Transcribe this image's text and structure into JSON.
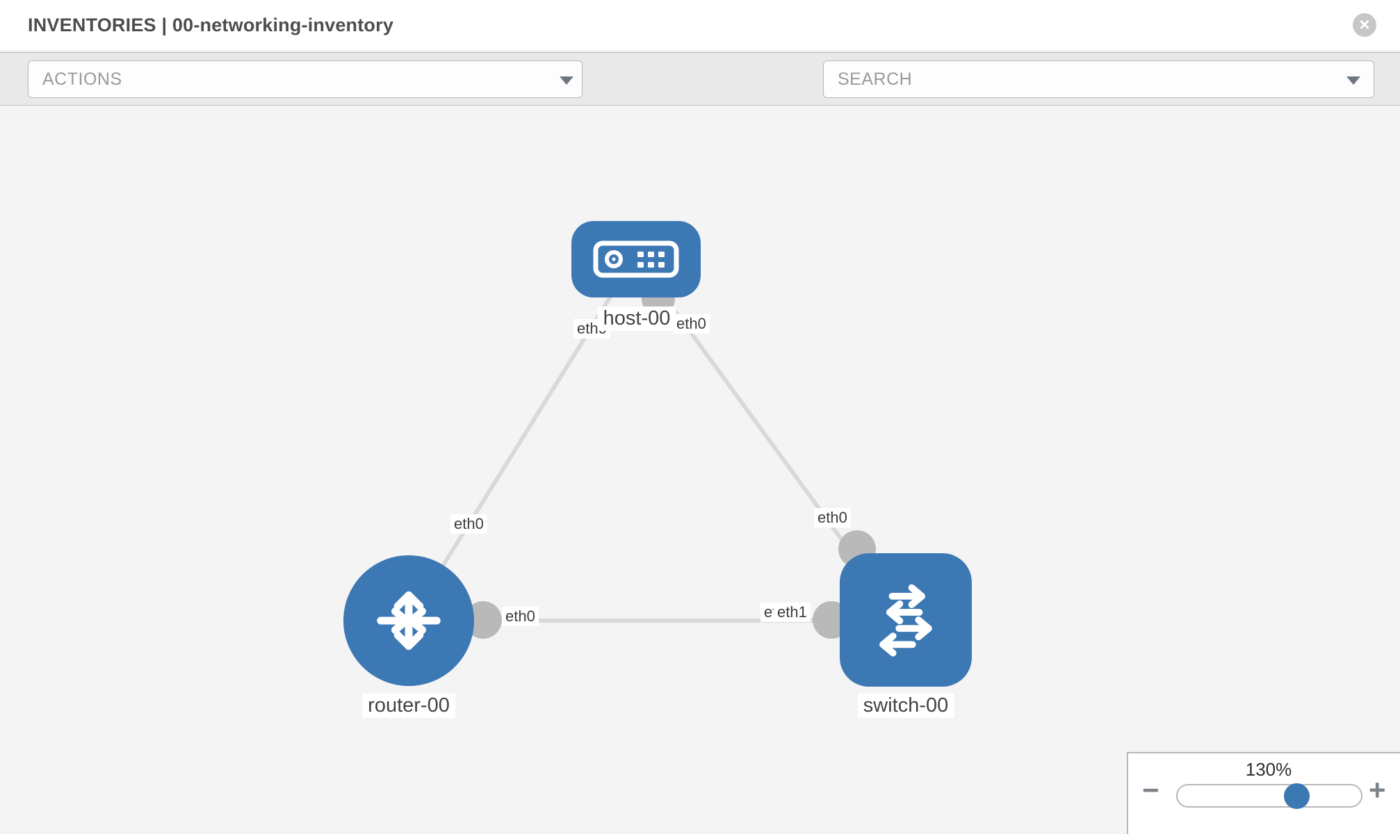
{
  "header": {
    "title": "INVENTORIES | 00-networking-inventory",
    "close_glyph": "×"
  },
  "toolbar": {
    "actions_label": "ACTIONS",
    "search_placeholder": "SEARCH"
  },
  "topology": {
    "nodes": [
      {
        "id": "host-00",
        "type": "host",
        "label": "host-00"
      },
      {
        "id": "router-00",
        "type": "router",
        "label": "router-00"
      },
      {
        "id": "switch-00",
        "type": "switch",
        "label": "switch-00"
      }
    ],
    "links": [
      {
        "source": "host-00",
        "source_interface": "eth0",
        "target": "router-00",
        "target_interface": "eth0"
      },
      {
        "source": "host-00",
        "source_interface": "eth0",
        "target": "switch-00",
        "target_interface": "eth0"
      },
      {
        "source": "router-00",
        "source_interface": "eth0",
        "target": "switch-00",
        "target_interface": "eth1"
      }
    ]
  },
  "zoom_control": {
    "level": "130%",
    "minus_glyph": "−",
    "plus_glyph": "+"
  },
  "colors": {
    "node_blue": "#3c78b3",
    "link_gray": "#d9d9d9",
    "connector_gray": "#b9b9b9",
    "toolbar_bg": "#e9e9e9",
    "canvas_bg": "#f4f4f4",
    "icon_gray": "#81888f"
  }
}
